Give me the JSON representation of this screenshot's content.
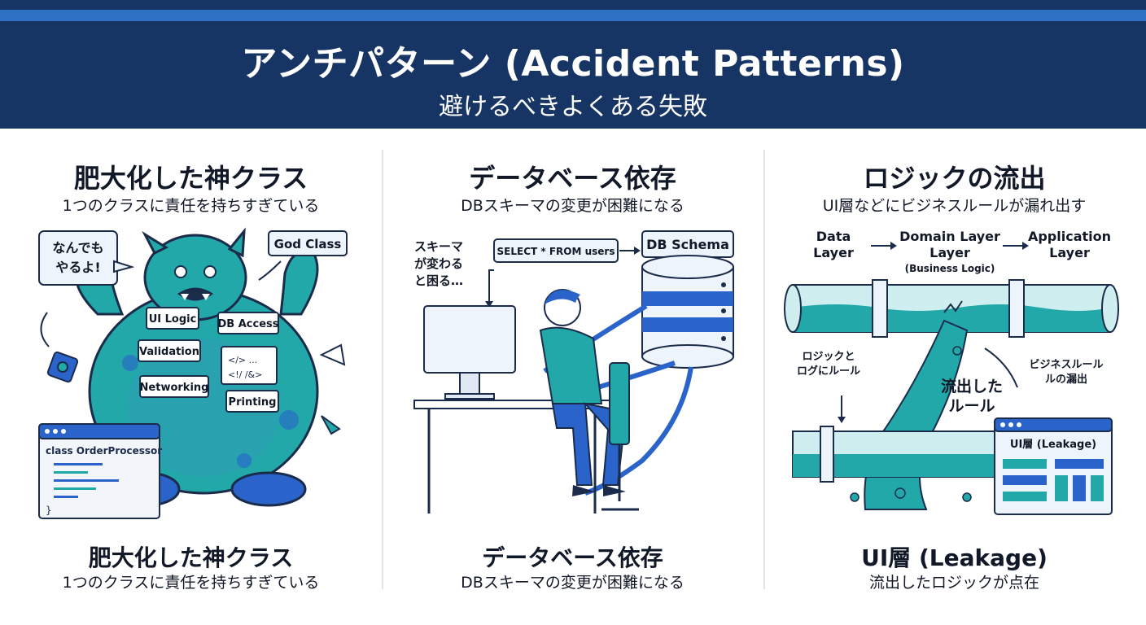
{
  "header": {
    "title": "アンチパターン (Accident Patterns)",
    "subtitle": "避けるべきよくある失敗"
  },
  "panels": [
    {
      "title": "肥大化した神クラス",
      "subtitle": "1つのクラスに責任を持ちすぎている",
      "footer_title": "肥大化した神クラス",
      "footer_subtitle": "1つのクラスに責任を持ちすぎている",
      "speech": [
        "なんでも",
        "やるよ!"
      ],
      "god_class_label": "God Class",
      "tags": [
        "UI Logic",
        "DB Access",
        "Validation",
        "Networking",
        "Printing"
      ],
      "code_snippet": [
        "</> ...",
        "<!/ /&>"
      ],
      "code_window": {
        "class_line": "class OrderProcessor",
        "closing": "}"
      }
    },
    {
      "title": "データベース依存",
      "subtitle": "DBスキーマの変更が困難になる",
      "footer_title": "データベース依存",
      "footer_subtitle": "DBスキーマの変更が困難になる",
      "thought": [
        "スキーマ",
        "が変わる",
        "と困る…"
      ],
      "query_label": "SELECT * FROM users",
      "db_label": "DB Schema"
    },
    {
      "title": "ロジックの流出",
      "subtitle": "UI層などにビジネスルールが漏れ出す",
      "footer_title": "UI層 (Leakage)",
      "footer_subtitle": "流出したロジックが点在",
      "layers": [
        {
          "line1": "Data",
          "line2": "Layer",
          "line3": ""
        },
        {
          "line1": "Domain Layer",
          "line2": "Layer",
          "line3": "(Business Logic)"
        },
        {
          "line1": "Application",
          "line2": "Layer",
          "line3": ""
        }
      ],
      "left_note": [
        "ロジックと",
        "ログにルール"
      ],
      "right_note": [
        "ビジネスルール",
        "ルの漏出"
      ],
      "leak_label": [
        "流出した",
        "ルール"
      ],
      "ui_window_label": "UI層 (Leakage)"
    }
  ],
  "colors": {
    "header_bg": "#173564",
    "header_stripe": "#2e72c4",
    "navy": "#1b2b4a",
    "blue": "#2a63c9",
    "teal": "#22a8a8",
    "light_teal": "#cfeef0"
  }
}
